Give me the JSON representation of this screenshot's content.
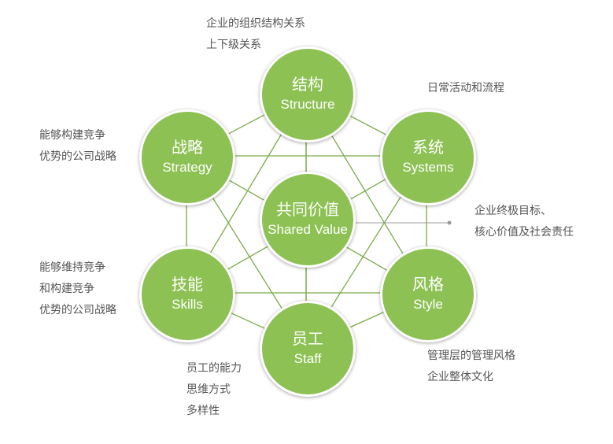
{
  "colors": {
    "node_fill": "#8dc153",
    "line": "#7aab48",
    "text": "#555555",
    "leader": "#999999"
  },
  "nodes": [
    {
      "id": "structure",
      "zh": "结构",
      "en": "Structure"
    },
    {
      "id": "systems",
      "zh": "系统",
      "en": "Systems"
    },
    {
      "id": "strategy",
      "zh": "战略",
      "en": "Strategy"
    },
    {
      "id": "shared-value",
      "zh": "共同价值",
      "en": "Shared Value"
    },
    {
      "id": "skills",
      "zh": "技能",
      "en": "Skills"
    },
    {
      "id": "style",
      "zh": "风格",
      "en": "Style"
    },
    {
      "id": "staff",
      "zh": "员工",
      "en": "Staff"
    }
  ],
  "notes": {
    "structure": [
      "企业的组织结构关系",
      "上下级关系"
    ],
    "systems": [
      "日常活动和流程"
    ],
    "strategy": [
      "能够构建竞争",
      "优势的公司战略"
    ],
    "shared_value": [
      "企业终极目标、",
      "核心价值及社会责任"
    ],
    "skills": [
      "能够维持竞争",
      "和构建竞争",
      "优势的公司战略"
    ],
    "style": [
      "管理层的管理风格",
      "企业整体文化"
    ],
    "staff": [
      "员工的能力",
      "思维方式",
      "多样性"
    ]
  }
}
